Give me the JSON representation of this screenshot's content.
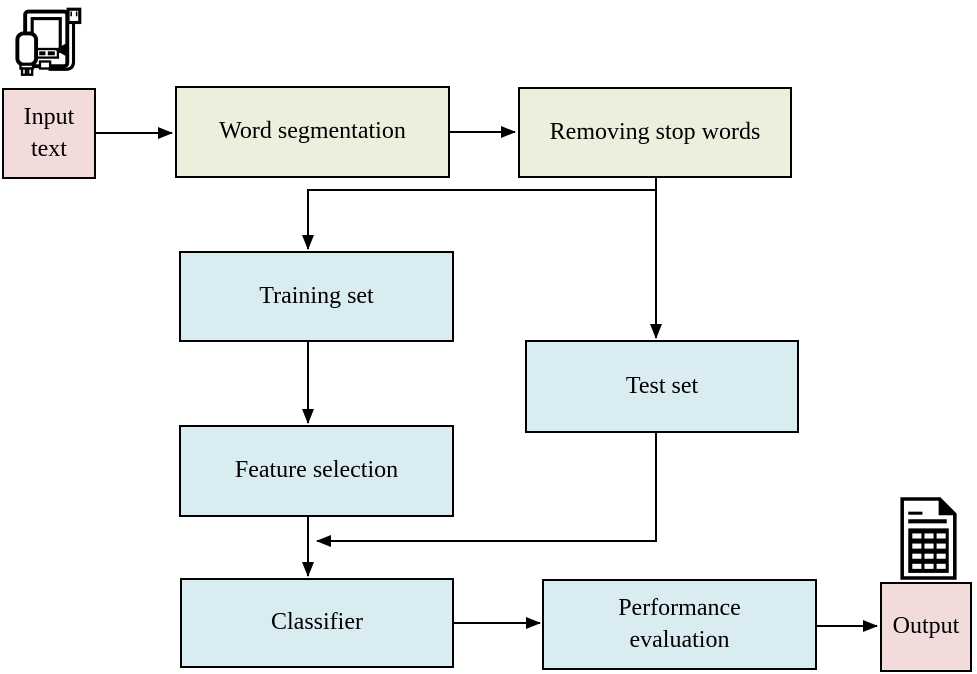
{
  "colors": {
    "background": "#ffffff",
    "border": "#000000",
    "terminal_fill": "#f2dcdb",
    "process_fill": "#ebefdb",
    "data_fill": "#d9ecf2"
  },
  "nodes": {
    "input": {
      "label": "Input\ntext",
      "type": "terminal"
    },
    "word_segmentation": {
      "label": "Word segmentation",
      "type": "process"
    },
    "removing_stop_words": {
      "label": "Removing stop words",
      "type": "process"
    },
    "training_set": {
      "label": "Training set",
      "type": "data"
    },
    "test_set": {
      "label": "Test set",
      "type": "data"
    },
    "feature_selection": {
      "label": "Feature selection",
      "type": "data"
    },
    "classifier": {
      "label": "Classifier",
      "type": "data"
    },
    "performance_evaluation": {
      "label": "Performance\nevaluation",
      "type": "data"
    },
    "output": {
      "label": "Output",
      "type": "terminal"
    }
  },
  "icons": {
    "input_device": "scanner-device-icon",
    "output_report": "spreadsheet-document-icon"
  },
  "edges": [
    {
      "from": "input",
      "to": "word_segmentation"
    },
    {
      "from": "word_segmentation",
      "to": "removing_stop_words"
    },
    {
      "from": "removing_stop_words",
      "to": "training_set"
    },
    {
      "from": "removing_stop_words",
      "to": "test_set"
    },
    {
      "from": "training_set",
      "to": "feature_selection"
    },
    {
      "from": "feature_selection",
      "to": "classifier"
    },
    {
      "from": "test_set",
      "to": "classifier"
    },
    {
      "from": "classifier",
      "to": "performance_evaluation"
    },
    {
      "from": "performance_evaluation",
      "to": "output"
    }
  ]
}
